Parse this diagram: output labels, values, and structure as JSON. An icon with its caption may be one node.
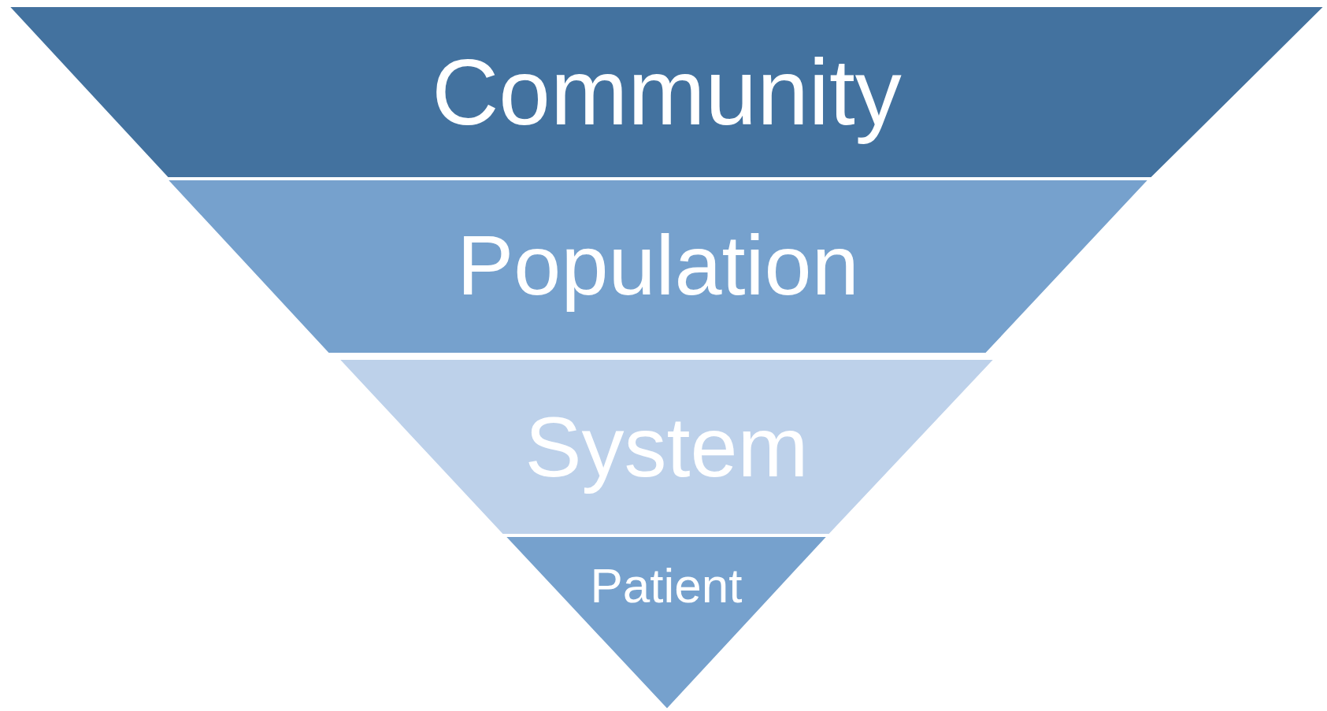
{
  "diagram": {
    "nodes": [
      {
        "text": [
          "Community"
        ]
      },
      {
        "text": [
          "Population"
        ]
      },
      {
        "text": [
          "System"
        ]
      },
      {
        "text": [
          "Patient"
        ]
      }
    ]
  }
}
